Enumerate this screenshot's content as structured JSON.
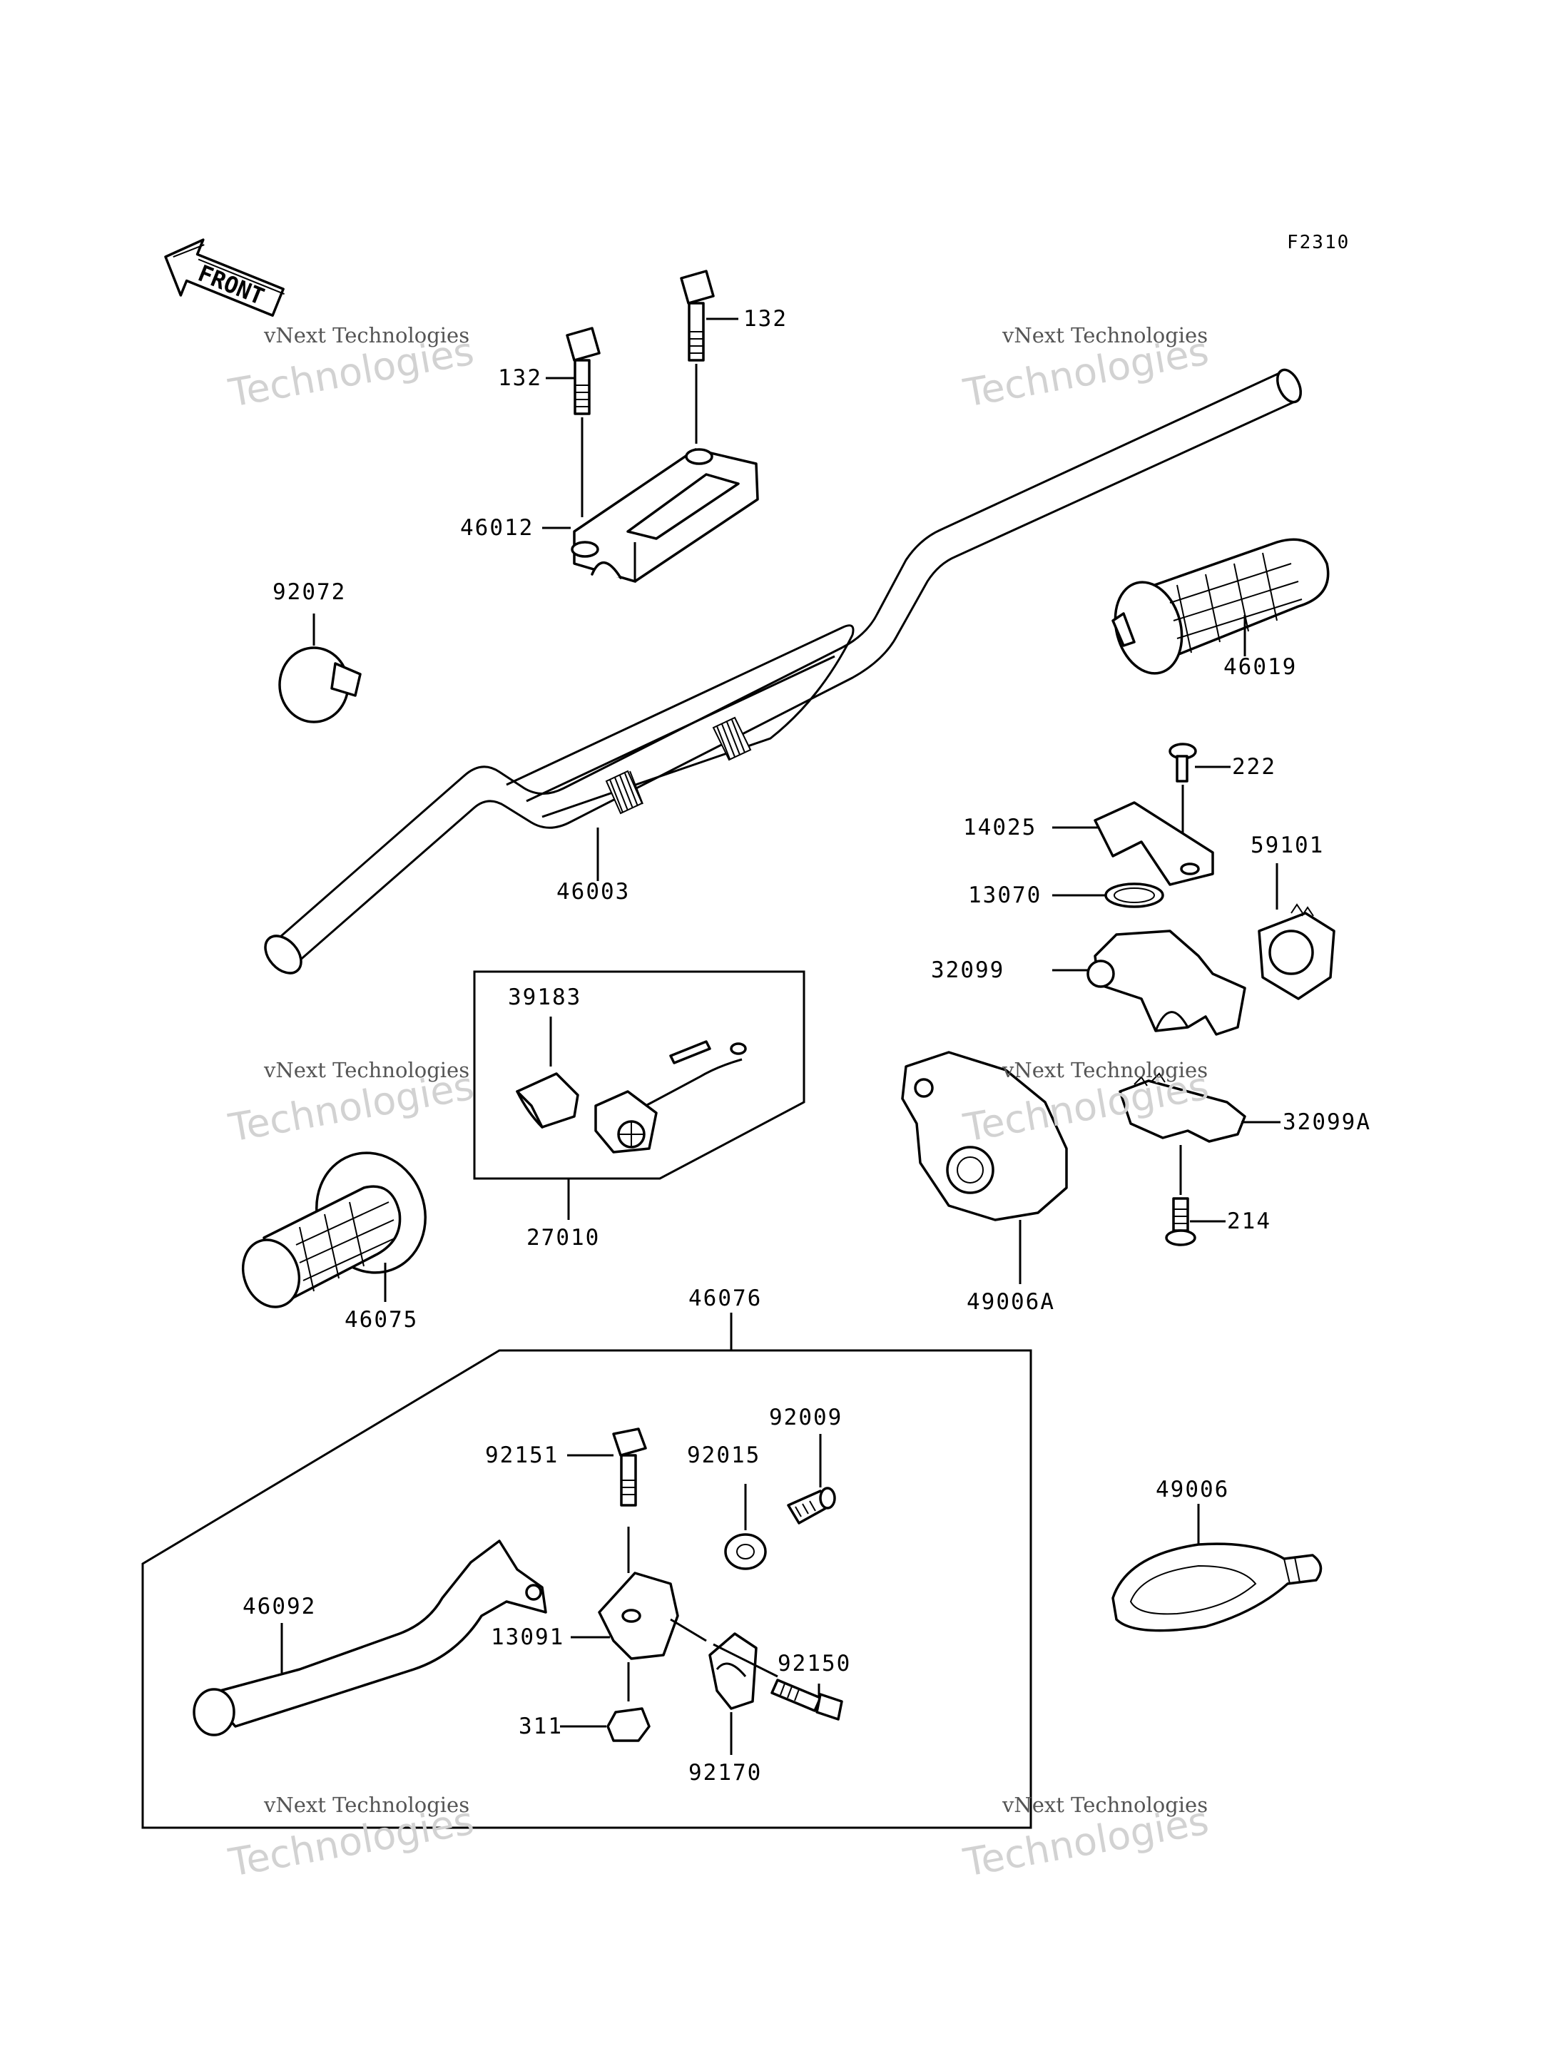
{
  "figure_code": "F2310",
  "front_label": "FRONT",
  "watermark": {
    "line1": "vNext Technologies",
    "line2": "Technologies"
  },
  "parts": [
    {
      "id": "p132a",
      "label": "132"
    },
    {
      "id": "p132b",
      "label": "132"
    },
    {
      "id": "p46012",
      "label": "46012"
    },
    {
      "id": "p92072",
      "label": "92072"
    },
    {
      "id": "p46003",
      "label": "46003"
    },
    {
      "id": "p46019",
      "label": "46019"
    },
    {
      "id": "p222",
      "label": "222"
    },
    {
      "id": "p14025",
      "label": "14025"
    },
    {
      "id": "p59101",
      "label": "59101"
    },
    {
      "id": "p13070",
      "label": "13070"
    },
    {
      "id": "p32099",
      "label": "32099"
    },
    {
      "id": "p39183",
      "label": "39183"
    },
    {
      "id": "p32099A",
      "label": "32099A"
    },
    {
      "id": "p214",
      "label": "214"
    },
    {
      "id": "p27010",
      "label": "27010"
    },
    {
      "id": "p49006A",
      "label": "49006A"
    },
    {
      "id": "p46075",
      "label": "46075"
    },
    {
      "id": "p46076",
      "label": "46076"
    },
    {
      "id": "p92009",
      "label": "92009"
    },
    {
      "id": "p92151",
      "label": "92151"
    },
    {
      "id": "p92015",
      "label": "92015"
    },
    {
      "id": "p49006",
      "label": "49006"
    },
    {
      "id": "p46092",
      "label": "46092"
    },
    {
      "id": "p13091",
      "label": "13091"
    },
    {
      "id": "p92150",
      "label": "92150"
    },
    {
      "id": "p311",
      "label": "311"
    },
    {
      "id": "p92170",
      "label": "92170"
    }
  ]
}
